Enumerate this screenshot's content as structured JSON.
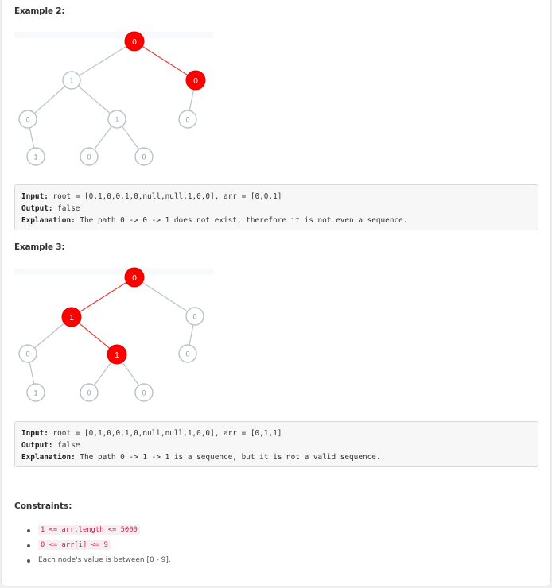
{
  "examples": [
    {
      "heading": "Example 2:",
      "tree_nodes": [
        {
          "id": "a",
          "value": "0",
          "highlighted": true
        },
        {
          "id": "b",
          "value": "1",
          "highlighted": false
        },
        {
          "id": "c",
          "value": "0",
          "highlighted": true
        },
        {
          "id": "d",
          "value": "0",
          "highlighted": false
        },
        {
          "id": "e",
          "value": "1",
          "highlighted": false
        },
        {
          "id": "f",
          "value": "0",
          "highlighted": false
        },
        {
          "id": "g",
          "value": "1",
          "highlighted": false
        },
        {
          "id": "h",
          "value": "0",
          "highlighted": false
        },
        {
          "id": "i",
          "value": "0",
          "highlighted": false
        }
      ],
      "input_label": "Input:",
      "input_value": " root = [0,1,0,0,1,0,null,null,1,0,0], arr = [0,0,1]",
      "output_label": "Output:",
      "output_value": " false",
      "explanation_label": "Explanation:",
      "explanation_value": " The path 0 -> 0 -> 1 does not exist, therefore it is not even a sequence."
    },
    {
      "heading": "Example 3:",
      "tree_nodes": [
        {
          "id": "a",
          "value": "0",
          "highlighted": true
        },
        {
          "id": "b",
          "value": "1",
          "highlighted": true
        },
        {
          "id": "c",
          "value": "0",
          "highlighted": false
        },
        {
          "id": "d",
          "value": "0",
          "highlighted": false
        },
        {
          "id": "e",
          "value": "1",
          "highlighted": true
        },
        {
          "id": "f",
          "value": "0",
          "highlighted": false
        },
        {
          "id": "g",
          "value": "1",
          "highlighted": false
        },
        {
          "id": "h",
          "value": "0",
          "highlighted": false
        },
        {
          "id": "i",
          "value": "0",
          "highlighted": false
        }
      ],
      "input_label": "Input:",
      "input_value": " root = [0,1,0,0,1,0,null,null,1,0,0], arr = [0,1,1]",
      "output_label": "Output:",
      "output_value": " false",
      "explanation_label": "Explanation:",
      "explanation_value": " The path 0 -> 1 -> 1 is a sequence, but it is not a valid sequence."
    }
  ],
  "constraints": {
    "heading": "Constraints:",
    "items": [
      "1 <= arr.length <= 5000",
      "0 <= arr[i] <= 9",
      "Each node's value is between [0 - 9]."
    ]
  },
  "colors": {
    "highlight_fill": "#ff0000",
    "node_stroke": "#b9c2c9",
    "edge": "#b9c2c9",
    "highlight_edge": "#e23b3b"
  }
}
